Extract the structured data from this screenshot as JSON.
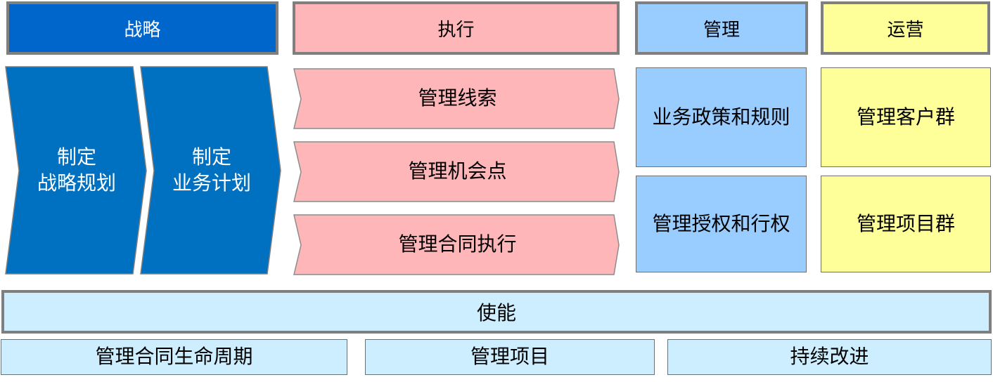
{
  "colors": {
    "strategy_header": "#0066cc",
    "strategy_chevron": "#0070c0",
    "execution": "#ffb6b9",
    "management": "#99ccff",
    "operation": "#ffff99",
    "enable": "#cceeff",
    "border": "#7f7f7f"
  },
  "headers": {
    "strategy": "战略",
    "execution": "执行",
    "management": "管理",
    "operation": "运营"
  },
  "strategy": {
    "chevron1_line1": "制定",
    "chevron1_line2": "战略规划",
    "chevron2_line1": "制定",
    "chevron2_line2": "业务计划"
  },
  "execution": {
    "items": [
      "管理线索",
      "管理机会点",
      "管理合同执行"
    ]
  },
  "management": {
    "items": [
      "业务政策和规则",
      "管理授权和行权"
    ]
  },
  "operation": {
    "items": [
      "管理客户群",
      "管理项目群"
    ]
  },
  "enable": {
    "title": "使能",
    "items": [
      "管理合同生命周期",
      "管理项目",
      "持续改进"
    ]
  }
}
